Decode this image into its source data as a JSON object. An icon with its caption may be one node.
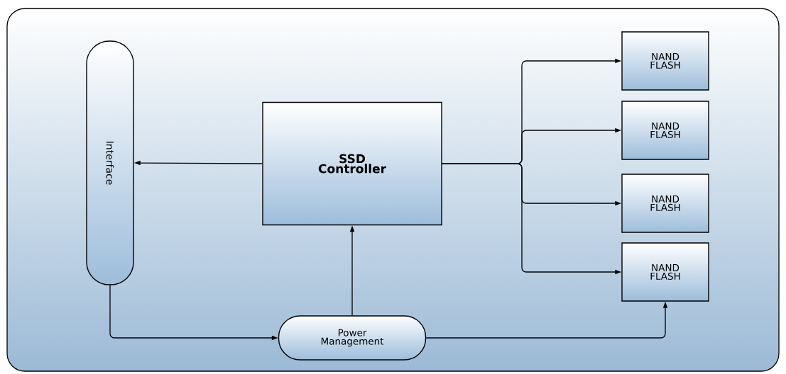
{
  "diagram": {
    "nodes": [
      {
        "text": [
          "Interface"
        ]
      },
      {
        "text": [
          "SSD Controller"
        ]
      },
      {
        "text": [
          "NAND FLASH"
        ]
      },
      {
        "text": [
          "NAND FLASH"
        ]
      },
      {
        "text": [
          "NAND FLASH"
        ]
      },
      {
        "text": [
          "NAND FLASH"
        ]
      },
      {
        "text": [
          "Power Management"
        ]
      }
    ],
    "edges": [
      {
        "from": 1,
        "to": 0,
        "arrow": "to"
      },
      {
        "from": 1,
        "to": 2,
        "arrow": "to"
      },
      {
        "from": 1,
        "to": 3,
        "arrow": "to"
      },
      {
        "from": 1,
        "to": 4,
        "arrow": "to"
      },
      {
        "from": 1,
        "to": 5,
        "arrow": "to"
      },
      {
        "from": 0,
        "to": 6,
        "arrow": "to"
      },
      {
        "from": 6,
        "to": 1,
        "arrow": "to"
      },
      {
        "from": 6,
        "to": 5,
        "arrow": "to"
      }
    ]
  }
}
